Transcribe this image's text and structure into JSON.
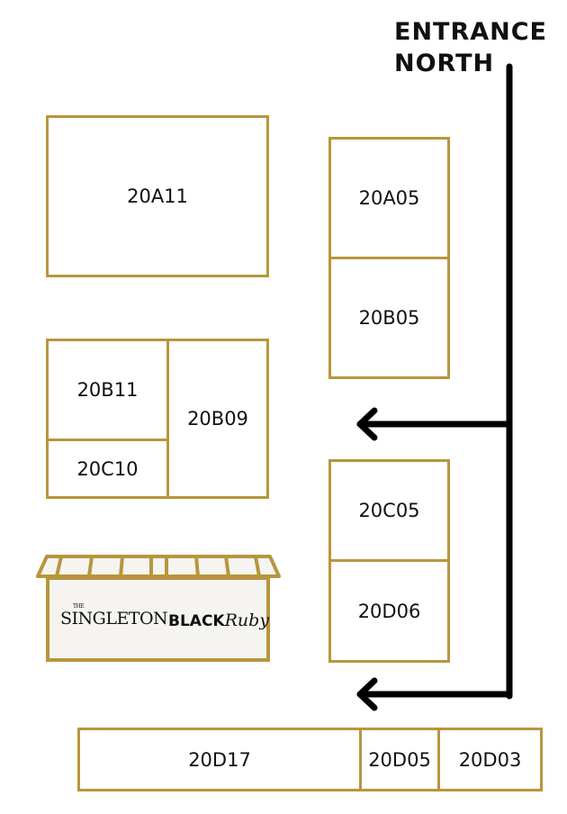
{
  "entrance": {
    "line1": "ENTRANCE",
    "line2": "NORTH"
  },
  "booths": {
    "a11": "20A11",
    "a05": "20A05",
    "b05": "20B05",
    "b11": "20B11",
    "c10": "20C10",
    "b09": "20B09",
    "c05": "20C05",
    "d06": "20D06",
    "d17": "20D17",
    "d05": "20D05",
    "d03": "20D03"
  },
  "feature_booth": {
    "logo_left_small": "THE",
    "logo_left": "SINGLETON",
    "logo_right_a": "BLACK",
    "logo_right_b": "Ruby"
  },
  "colors": {
    "booth_border": "#b8963e",
    "path": "#000000"
  }
}
